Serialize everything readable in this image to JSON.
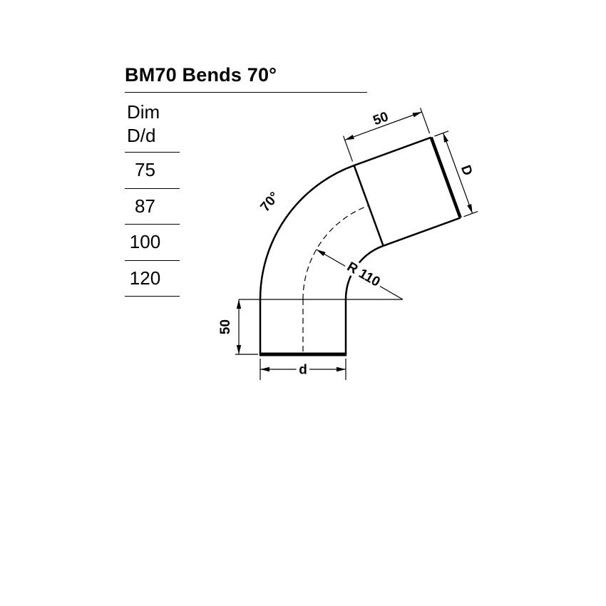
{
  "title": "BM70 Bends 70°",
  "table": {
    "header_line1": "Dim",
    "header_line2": "D/d",
    "rows": [
      "75",
      "87",
      "100",
      "120"
    ]
  },
  "drawing": {
    "labels": {
      "bend_angle": "70°",
      "bend_radius": "R 110",
      "end_length": "50",
      "inlet_length": "50",
      "outlet_diameter": "D",
      "inlet_diameter": "d"
    }
  },
  "colors": {
    "ink": "#000000",
    "paper": "#ffffff"
  }
}
